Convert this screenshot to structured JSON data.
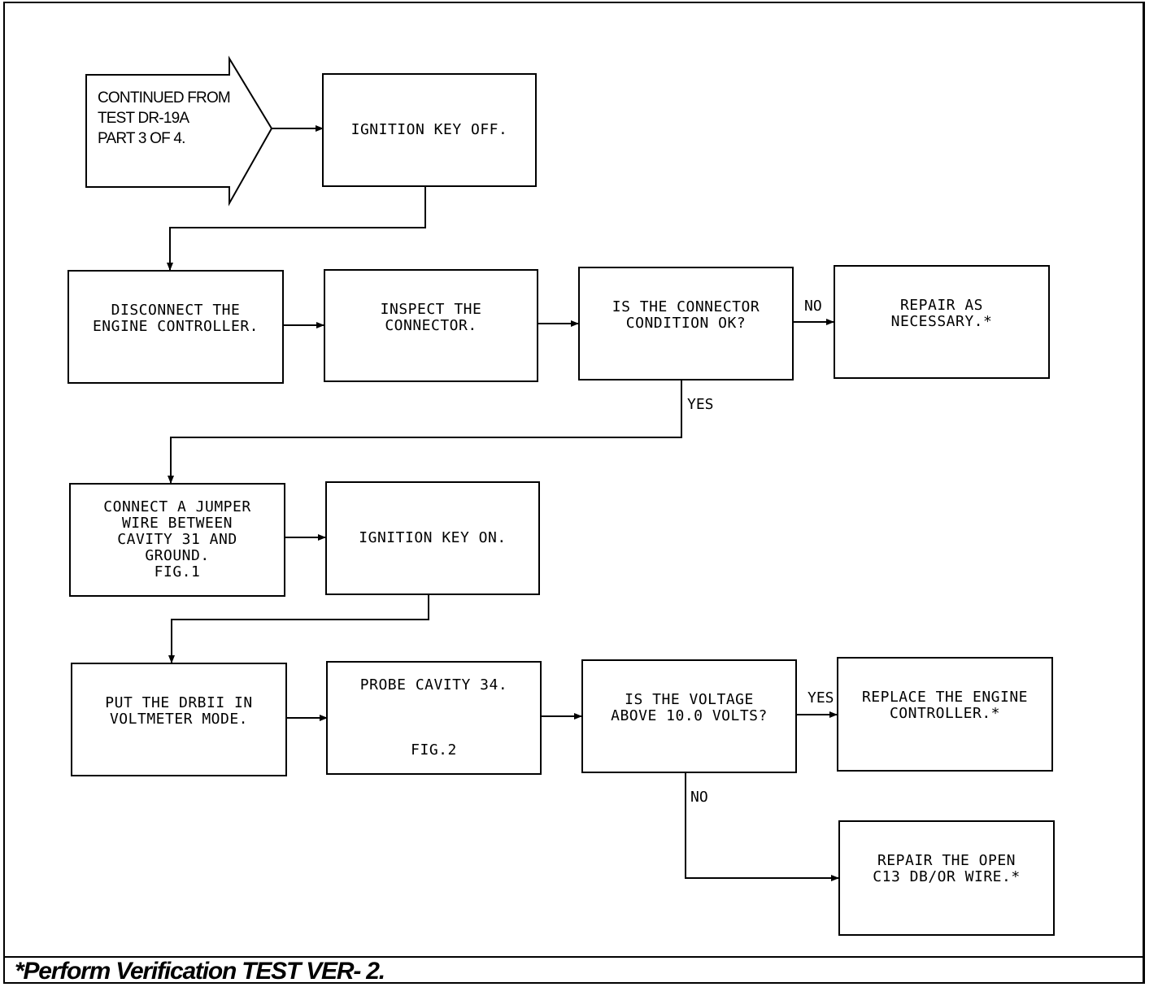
{
  "start": {
    "text": "CONTINUED FROM\nTEST DR-19A\nPART 3 OF 4."
  },
  "steps": {
    "ignition_off": "IGNITION KEY OFF.",
    "disconnect": "DISCONNECT THE\nENGINE CONTROLLER.",
    "inspect": "INSPECT THE\nCONNECTOR.",
    "connector_ok": "IS THE CONNECTOR\nCONDITION OK?",
    "repair_necessary": "REPAIR AS\nNECESSARY.*",
    "jumper": "CONNECT A JUMPER\nWIRE BETWEEN\nCAVITY 31 AND\nGROUND.\nFIG.1",
    "ignition_on": "IGNITION KEY ON.",
    "voltmeter": "PUT THE DRBII IN\nVOLTMETER MODE.",
    "probe": "PROBE CAVITY 34.",
    "probe_fig": "FIG.2",
    "voltage_check": "IS THE VOLTAGE\nABOVE 10.0 VOLTS?",
    "replace": "REPLACE THE ENGINE\nCONTROLLER.*",
    "repair_open": "REPAIR THE OPEN\nC13 DB/OR WIRE.*"
  },
  "labels": {
    "no_1": "NO",
    "yes_1": "YES",
    "yes_2": "YES",
    "no_2": "NO"
  },
  "footer": {
    "text": "*Perform Verification TEST VER- 2."
  }
}
